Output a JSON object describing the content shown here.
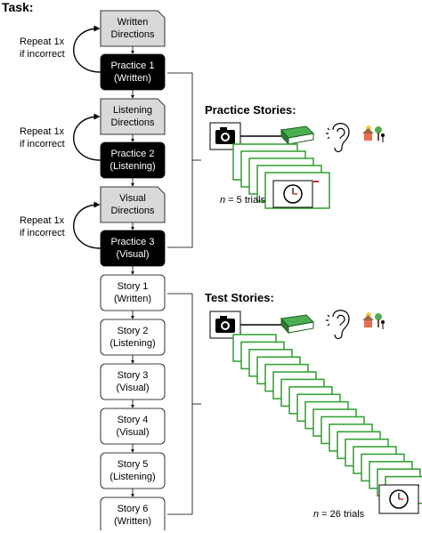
{
  "task_label": "Task:",
  "steps": [
    {
      "label": "Written\nDirections",
      "kind": "direction"
    },
    {
      "label": "Practice 1\n(Written)",
      "kind": "practice"
    },
    {
      "label": "Listening\nDirections",
      "kind": "direction"
    },
    {
      "label": "Practice 2\n(Listening)",
      "kind": "practice"
    },
    {
      "label": "Visual\nDirections",
      "kind": "direction"
    },
    {
      "label": "Practice 3\n(Visual)",
      "kind": "practice"
    },
    {
      "label": "Story 1\n(Written)",
      "kind": "story"
    },
    {
      "label": "Story 2\n(Listening)",
      "kind": "story"
    },
    {
      "label": "Story 3\n(Visual)",
      "kind": "story"
    },
    {
      "label": "Story 4\n(Visual)",
      "kind": "story"
    },
    {
      "label": "Story 5\n(Listening)",
      "kind": "story"
    },
    {
      "label": "Story 6\n(Written)",
      "kind": "story"
    }
  ],
  "repeat_label": "Repeat 1x\nif incorrect",
  "practice_stories": {
    "title": "Practice Stories:",
    "trials_n": "n",
    "trials_rest": " = 5 trials",
    "icons": [
      "camera-icon",
      "book-icon",
      "ear-icon",
      "scene-icon",
      "clock-icon"
    ]
  },
  "test_stories": {
    "title": "Test Stories:",
    "trials_n": "n",
    "trials_rest": " = 26 trials",
    "icons": [
      "camera-icon",
      "book-icon",
      "ear-icon",
      "scene-icon",
      "clock-icon"
    ]
  },
  "colors": {
    "direction_fill": "#d9d9d9",
    "practice_fill": "#000000",
    "story_fill": "#ffffff",
    "card_border": "#2ca02c",
    "card_dash": "#e02020",
    "book": "#3a9a3a"
  }
}
